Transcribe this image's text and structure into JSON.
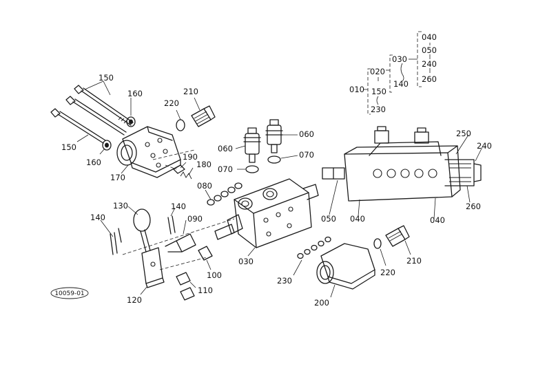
{
  "diagram_code": "10059-01",
  "callouts": {
    "c010": "010",
    "c020": "020",
    "c030": "030",
    "c040a": "040",
    "c050a": "050",
    "c240a": "240",
    "c260a": "260",
    "c140a": "140",
    "c150a": "150",
    "c230a": "230",
    "c150_top": "150",
    "c150_left": "150",
    "c160_top": "160",
    "c160_left": "160",
    "c170": "170",
    "c180": "180",
    "c190": "190",
    "c210_top": "210",
    "c220_top": "220",
    "c060_left": "060",
    "c060_right": "060",
    "c070_left": "070",
    "c070_right": "070",
    "c080": "080",
    "c250": "250",
    "c240_right": "240",
    "c260_right": "260",
    "c050_bottom": "050",
    "c040_mid": "040",
    "c040_right": "040",
    "c130": "130",
    "c140_mid": "140",
    "c140_left": "140",
    "c090": "090",
    "c030_bottom": "030",
    "c100": "100",
    "c110": "110",
    "c120": "120",
    "c230_bottom": "230",
    "c220_bottom": "220",
    "c210_bottom": "210",
    "c200": "200"
  }
}
